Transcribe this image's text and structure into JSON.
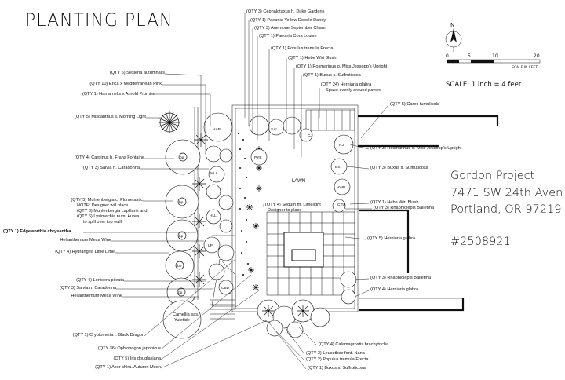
{
  "title": "PLANTING PLAN",
  "project": {
    "name": "Gordon Project",
    "address": "7471 SW 24th Aven",
    "city": "Portland, OR  97219",
    "number": "#2508921"
  },
  "scale": {
    "north": "N",
    "ticks": [
      "0",
      "5",
      "10",
      "20"
    ],
    "unit": "SCALE IN FEET",
    "text": "SCALE: 1 inch = 4 feet"
  },
  "area_labels": {
    "lawn": "LAWN"
  },
  "labels_top": [
    "(QTY 3) Cephalotaxus h. Duke Gardens",
    "(QTY 1) Paeonia Yellow Doodle Dandy",
    "(QTY 3) Anemone September Charm",
    "(QTY 1) Paeonia Cora Louise",
    "(QTY 1) Populus tremula Erecta",
    "(QTY 1) Hebe Wiri Blush",
    "(QTY 1) Rosmarinus o. Miss Jessopp's Upright",
    "(QTY 1) Buxus s. Suffruticosa",
    "(QTY 24) Herniaria glabra",
    "Space evenly around pavers",
    "(QTY 5) Carex tumulicola"
  ],
  "labels_left": [
    "(QTY 6) Sesleria autumnalis",
    "(QTY 10) Erica x Mediterranean Pink",
    "(QTY 1) Hamamelis x Arnold Promise",
    "(QTY 5) Miscanthus s. Morning Light",
    "(QTY 4) Carpinus b. Frans Fontaine",
    "(QTY 3) Salvia n. Caradonna",
    "(QTY 5) Muhlenbergia c. Plumetastic",
    "NOTE: Designer will place",
    "(QTY 8) Muhlenbergia capillaris and",
    "(QTY 6) Lysimachia num. Aurea",
    "to spill over top wall",
    "(QTY 1) Edgeworthia chrysantha",
    "Helianthemum Mesa Wine",
    "(QTY 4) Hydrangea Little Lime",
    "(QTY 4) Lonicera pileata",
    "(QTY 3) Salvia n. Caradonna",
    "Helianthemum Mesa Wine",
    "(QTY 1) Cryptomeria j. Black Dragon",
    "(QTY 36) Ophiopogon japonicus",
    "(QTY 5) Iris douglasiana",
    "(QTY 1) Acer shira. Autumn Moon"
  ],
  "labels_right": [
    "(QTY 3) Rosmarinus o. Miss Jessopp's Upright",
    "(QTY 3) Buxus s. Suffruticosa",
    "(QTY 1) Hebe Wiri Blush",
    "(QTY 3) Rhaphiolepis Ballerina",
    "(QTY 5) Herniaria glabra",
    "(QTY 3) Rhaphiolepis Ballerina",
    "(QTY 4) Herniaria glabra"
  ],
  "labels_bottom": [
    "(QTY 4) Calamagrostis brachytricha",
    "(QTY 3) Leucothoe font. Nana",
    "(QTY 2) Populus tremula Erecta",
    "(QTY 1) Buxus s. Suffruticosa"
  ],
  "labels_center": [
    "(QTY 4) Sedum m. Limelight",
    "Designer to place"
  ],
  "note_camellia": [
    "Camellia sas.",
    "Yuletide"
  ],
  "plant_tags": [
    "HAP",
    "MLI",
    "HLL",
    "LP",
    "CBD",
    "RJ",
    "BS",
    "HWB",
    "SAL",
    "CTU",
    "CJ",
    "PYE",
    "bp",
    "SC"
  ]
}
